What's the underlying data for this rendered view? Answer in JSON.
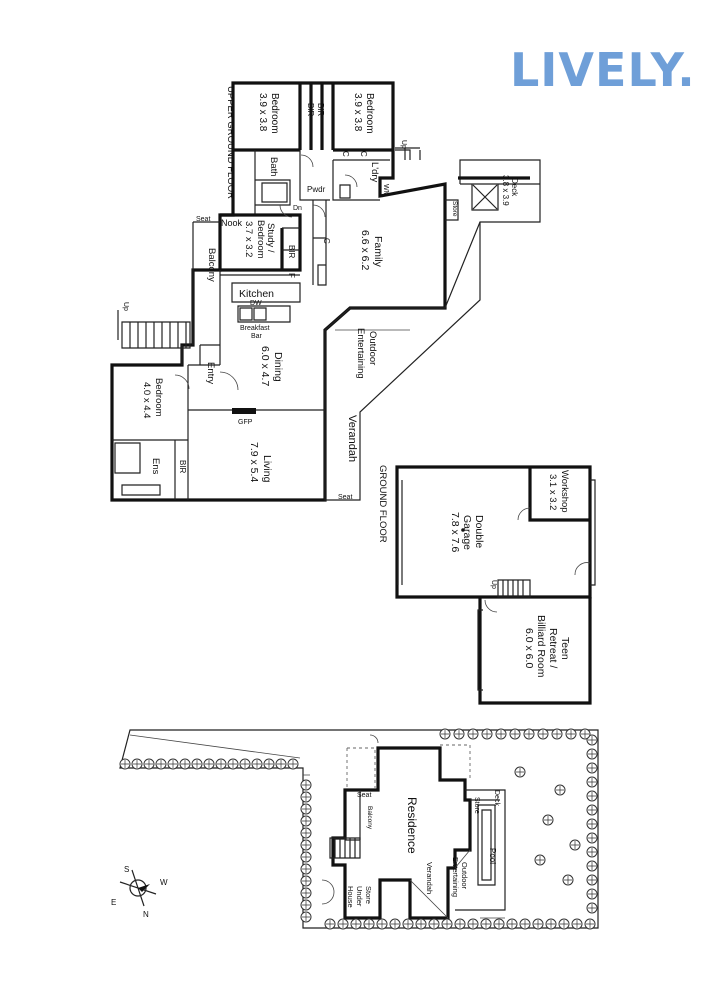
{
  "brand": {
    "logo_text": "LIVELY.",
    "logo_color": "#6f9fd8"
  },
  "upper": {
    "floor_label": "UPPER GROUND FLOOR",
    "rooms": {
      "bedroom1": {
        "name": "Bedroom",
        "size": "3.9 x 3.8"
      },
      "bedroom2": {
        "name": "Bedroom",
        "size": "3.9 x 3.8"
      },
      "bir1": "BIR",
      "bir2": "BIR",
      "bath": "Bath",
      "ldry": "L'dry",
      "c1": "C",
      "c2": "C",
      "c3": "C",
      "pwdr": "Pwdr",
      "wm": "WM",
      "dn": "Dn",
      "up1": "Up",
      "up2": "Up",
      "deck": {
        "name": "Deck",
        "size": "3.8 x 3.9"
      },
      "store": "Store",
      "study": {
        "name": "Study /",
        "name2": "Bedroom",
        "size": "3.7 x 3.2"
      },
      "nook": "Nook",
      "seat1": "Seat",
      "seat2": "Seat",
      "bir3": "BIR",
      "f": "F",
      "family": {
        "name": "Family",
        "size": "6.6 x 6.2"
      },
      "balcony": "Balcony",
      "kitchen": "Kitchen",
      "dw": "DW",
      "breakfast": "Breakfast",
      "bar": "Bar",
      "outdoor": {
        "line1": "Outdoor",
        "line2": "Entertaining"
      },
      "dining": {
        "name": "Dining",
        "size": "6.0 x 4.7"
      },
      "entry": "Entry",
      "bedroom3": {
        "name": "Bedroom",
        "size": "4.0 x 4.4"
      },
      "gfp": "GFP",
      "living": {
        "name": "Living",
        "size": "7.9 x 5.4"
      },
      "verandah": "Verandah",
      "ens": "Ens",
      "bir4": "BIR"
    }
  },
  "ground": {
    "floor_label": "GROUND FLOOR",
    "workshop": {
      "name": "Workshop",
      "size": "3.1 x 3.2"
    },
    "garage": {
      "name": "Double",
      "name2": "Garage",
      "size": "7.8 x 7.6"
    },
    "up": "Up",
    "teen": {
      "line1": "Teen",
      "line2": "Retreat /",
      "line3": "Billiard Room",
      "size": "6.0 x 6.0"
    }
  },
  "site": {
    "residence": "Residence",
    "deck": "Deck",
    "store": "Store",
    "seat": "Seat",
    "balcony": "Balcony",
    "pool": "Pool",
    "outdoor": {
      "line1": "Outdoor",
      "line2": "Entertaining"
    },
    "verandah": "Verandah",
    "store_under": {
      "line1": "Store",
      "line2": "Under",
      "line3": "House"
    }
  },
  "compass": {
    "w": "W",
    "s": "S",
    "e": "E",
    "n": "N"
  }
}
